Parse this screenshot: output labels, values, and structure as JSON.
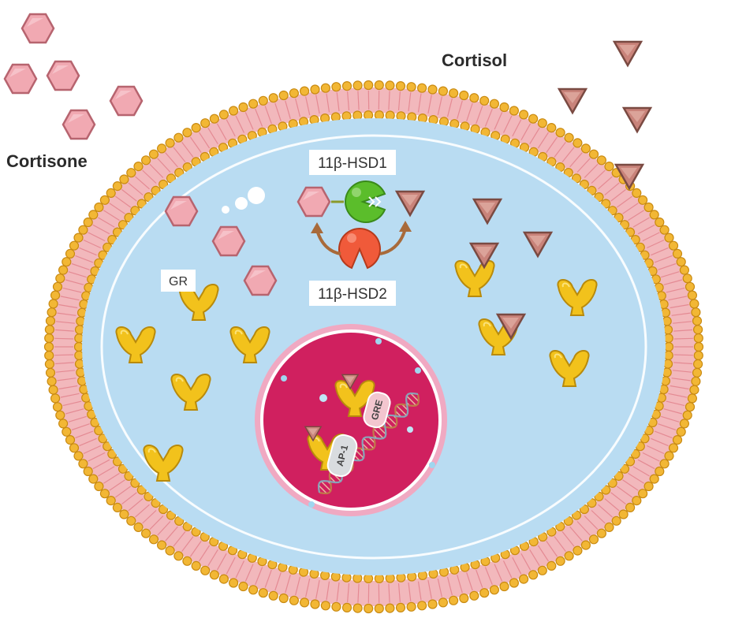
{
  "labels": {
    "cortisone": "Cortisone",
    "cortisol": "Cortisol",
    "enzyme1": "11β-HSD1",
    "enzyme2": "11β-HSD2",
    "receptor": "GR",
    "gre": "GRE",
    "ap1": "AP-1"
  },
  "colors": {
    "cytoplasm": "#b9dcf2",
    "membrane_head": "#f2b735",
    "membrane_tail": "#f2b8bc",
    "nucleus": "#d0205f",
    "cortisone": "#f1a9b2",
    "cortisol": "#c9837a",
    "receptor": "#f2c21c",
    "enzyme1": "#5bbd2b",
    "enzyme2": "#f05a3a"
  },
  "icons": [
    "cortisone-hexagon",
    "cortisol-triangle",
    "gr-receptor",
    "enzyme-pacman",
    "dna-helix"
  ]
}
